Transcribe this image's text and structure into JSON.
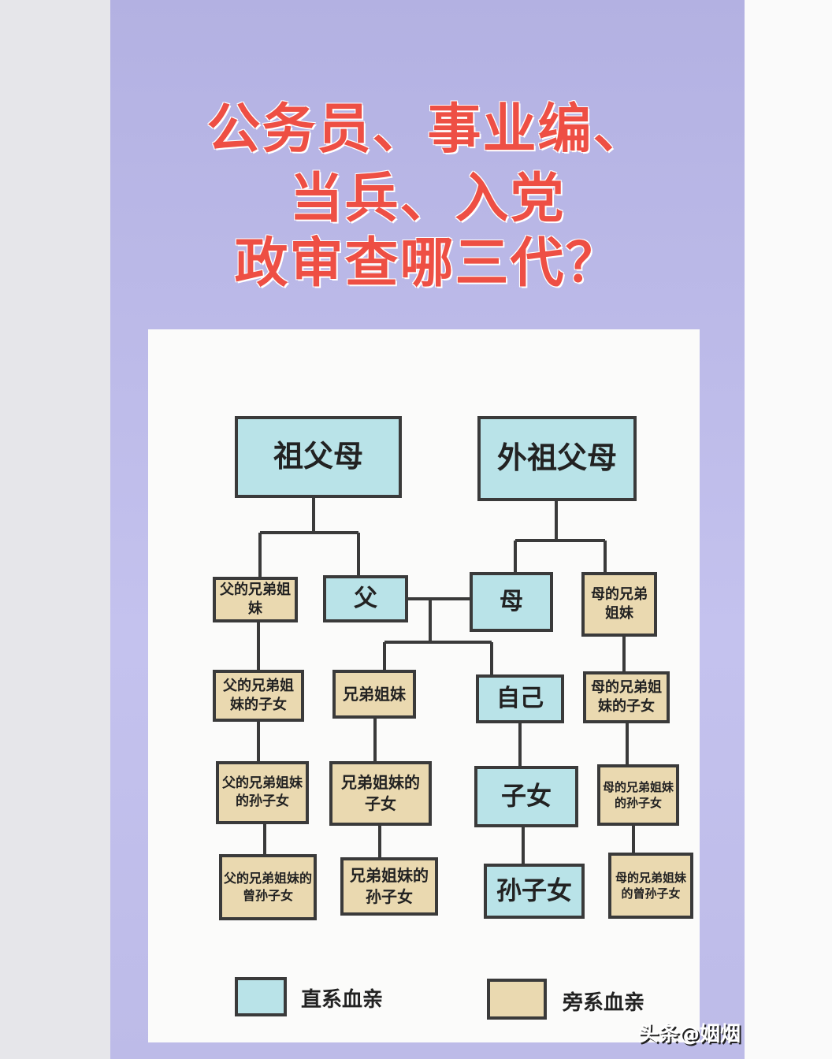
{
  "title": {
    "line1": "公务员、事业编、",
    "line2": "当兵、入党",
    "line3": "政审查哪三代？"
  },
  "nodes": {
    "grandparents": "祖父母",
    "maternal_grandparents": "外祖父母",
    "father_siblings": "父的兄弟姐妹",
    "father": "父",
    "mother": "母",
    "mother_siblings": "母的兄弟姐妹",
    "father_siblings_children": "父的兄弟姐妹的子女",
    "siblings": "兄弟姐妹",
    "self": "自己",
    "mother_siblings_children": "母的兄弟姐妹的子女",
    "father_siblings_grandchildren": "父的兄弟姐妹的孙子女",
    "siblings_children": "兄弟姐妹的子女",
    "children": "子女",
    "mother_siblings_grandchildren": "母的兄弟姐妹的孙子女",
    "father_siblings_great_grandchildren": "父的兄弟姐妹的曾孙子女",
    "siblings_grandchildren": "兄弟姐妹的孙子女",
    "grandchildren": "孙子女",
    "mother_siblings_great_grandchildren": "母的兄弟姐妹的曾孙子女"
  },
  "legend": {
    "direct": "直系血亲",
    "collateral": "旁系血亲"
  },
  "colors": {
    "direct": "#b9e3e8",
    "collateral": "#ead9b0",
    "title": "#ee4f44"
  },
  "watermark": "头条@姻烟"
}
